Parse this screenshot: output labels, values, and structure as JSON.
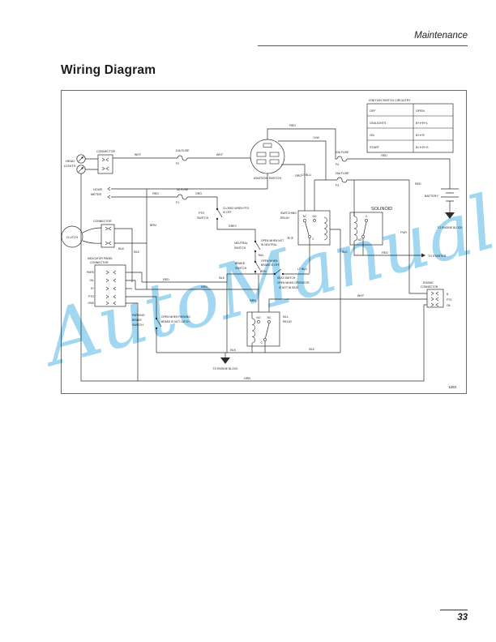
{
  "page": {
    "section_header": "Maintenance",
    "title": "Wiring Diagram",
    "page_number": "33"
  },
  "watermark": {
    "text": "AutoManual",
    "color": "#7cc8ea"
  },
  "diagram": {
    "figure_number": "1253",
    "ignition_table": {
      "title": "IGNITION SWITCH CIRCUITRY",
      "rows": [
        {
          "position": "OFF",
          "circuit": "OPEN"
        },
        {
          "position": "ON/LIGHTS",
          "circuit": "B+I+R+L"
        },
        {
          "position": "ON",
          "circuit": "B+I+R"
        },
        {
          "position": "START",
          "circuit": "B+I+R+S"
        }
      ]
    },
    "indicator_pins": [
      "PARK",
      "OIL",
      "S+",
      "PTO",
      "GND"
    ],
    "engine_pins": [
      "B",
      "PTO",
      "OIL"
    ],
    "wire_labels": [
      "WHT",
      "WHT",
      "RED",
      "ORG",
      "RED",
      "YLW",
      "RED",
      "RED",
      "LT BLU",
      "ORG",
      "GREY",
      "TAN",
      "LT BLU",
      "BRN",
      "BRN",
      "BRN",
      "RED",
      "BRN",
      "BLK",
      "BLK",
      "BLK",
      "BLK",
      "BLK",
      "BLK",
      "PUR",
      "WHT",
      "GRN",
      "RED"
    ],
    "components": {
      "head_lights": [
        "HEAD",
        "LIGHTS"
      ],
      "connector_top": "CONNECTOR",
      "hour_meter": [
        "HOUR",
        "METER"
      ],
      "clutch": "CLUTCH",
      "connector_mid": "CONNECTOR",
      "indicator_connector": [
        "INDICATOR PANEL",
        "CONNECTOR"
      ],
      "fuse_f2": [
        "10A FUSE",
        "F2"
      ],
      "fuse_f1": [
        "3A FUSE",
        "F1"
      ],
      "fuse_f4": [
        "20A FUSE",
        "F4"
      ],
      "fuse_f3": [
        "25A FUSE",
        "F3"
      ],
      "ignition_switch": "IGNITION  SWITCH",
      "pto_switch": [
        "PTO",
        "SWITCH"
      ],
      "pto_note": [
        "CLOSED WHEN PTO",
        "IS OFF"
      ],
      "neutral_switch": [
        "NEUTRAL",
        "SWITCH"
      ],
      "neutral_note": [
        "OPEN WHEN NOT",
        "IN NEUTRAL"
      ],
      "brake_switch": [
        "BRAKE",
        "SWITCH"
      ],
      "brake_note": [
        "OPEN WHEN",
        "BRAKE IS OFF"
      ],
      "switching_relay": [
        "SWITCHING",
        "RELAY"
      ],
      "relay_id": "K-2",
      "relay_nc": "NC",
      "relay_no": "NO",
      "relay_c": "C",
      "seat_note": [
        "SEAT SWITCH",
        "OPEN WHEN OPERATOR",
        "IS NOT IN SEAT"
      ],
      "parking_switch": [
        "PARKING",
        "BRAKE",
        "SWITCH"
      ],
      "parking_note": [
        "OPEN WHEN PARKING",
        "BRAKE IS NOT LATCH"
      ],
      "kill_relay": [
        "KILL",
        "RELAY"
      ],
      "kill_no": "NO",
      "kill_nc": "NC",
      "kill_c": "C",
      "solenoid": "SOLINOID",
      "solenoid_c": "C",
      "solenoid_no": "NO",
      "battery": "BATTERY",
      "to_engine_block_right": "TO ENGINE BLOCK",
      "to_starter": "TO STARTER",
      "to_engine_block_bottom": "TO ENGINE BLOCK",
      "engine_connector": [
        "ENGINE",
        "CONNECTOR"
      ]
    }
  }
}
